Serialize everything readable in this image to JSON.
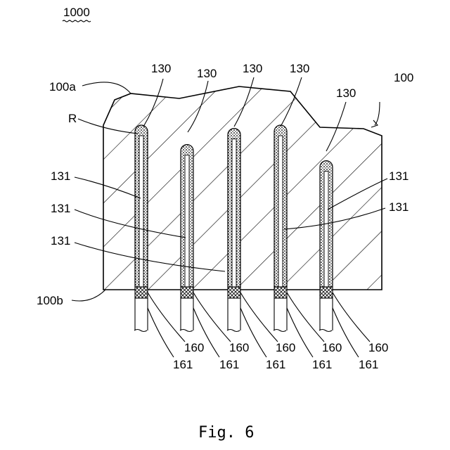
{
  "figure": {
    "caption": "Fig. 6",
    "ref_main": "1000"
  },
  "labels": {
    "block": "100",
    "top_surface": "100a",
    "bottom_surface": "100b",
    "region": "R",
    "probe": "130",
    "coating": "131",
    "base": "160",
    "wire": "161"
  },
  "probes": [
    {
      "id": "probe-1",
      "length": 1.0
    },
    {
      "id": "probe-2",
      "length": 0.88
    },
    {
      "id": "probe-3",
      "length": 0.98
    },
    {
      "id": "probe-4",
      "length": 1.0
    },
    {
      "id": "probe-5",
      "length": 0.78
    }
  ]
}
